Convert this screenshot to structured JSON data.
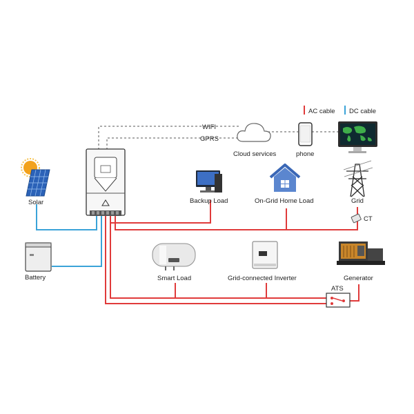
{
  "legend": {
    "ac_label": "AC cable",
    "dc_label": "DC cable",
    "ac_color": "#e03a3a",
    "dc_color": "#3aa3d8"
  },
  "links": {
    "wifi": "WIFI",
    "gprs": "GPRS"
  },
  "components": {
    "cloud": "Cloud services",
    "phone": "phone",
    "solar": "Solar",
    "battery": "Battery",
    "backup_load": "Backup Load",
    "home_load": "On-Grid Home Load",
    "grid": "Grid",
    "ct": "CT",
    "smart_load": "Smart Load",
    "grid_inverter": "Grid-connected Inverter",
    "generator": "Generator",
    "ats": "ATS"
  }
}
